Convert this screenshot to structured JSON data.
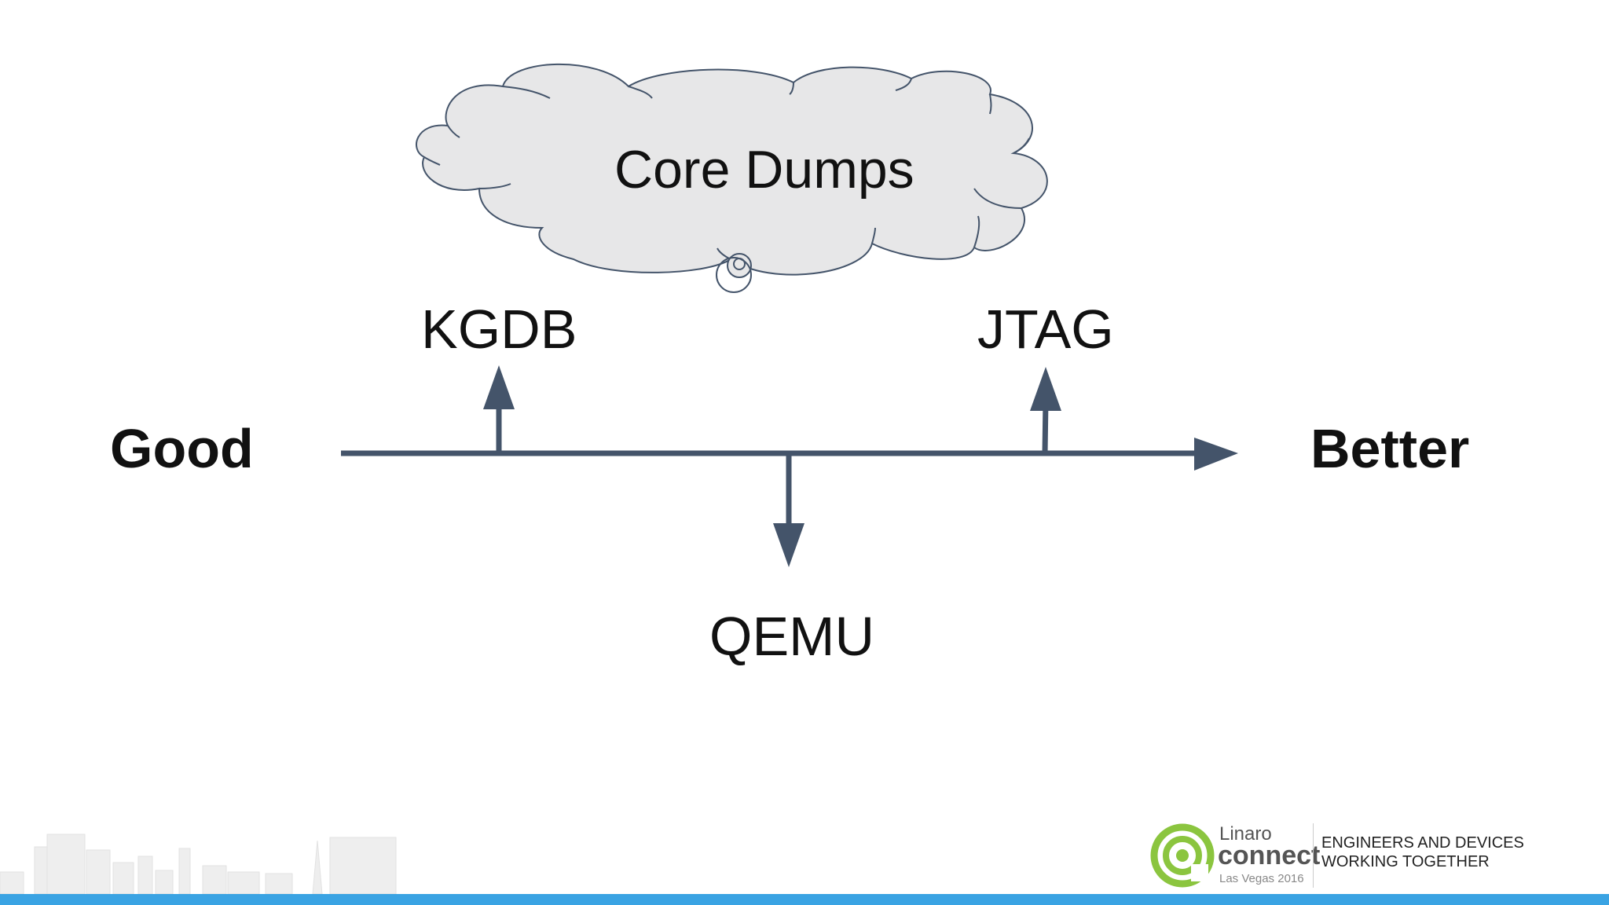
{
  "cloud": {
    "label": "Core Dumps"
  },
  "scale": {
    "left_label": "Good",
    "right_label": "Better"
  },
  "tools": {
    "kgdb": "KGDB",
    "jtag": "JTAG",
    "qemu": "QEMU"
  },
  "footer": {
    "brand": "Linaro",
    "product": "connect",
    "event": "Las Vegas 2016",
    "tagline_line1": "ENGINEERS AND DEVICES",
    "tagline_line2": "WORKING TOGETHER"
  },
  "colors": {
    "arrow": "#44546a",
    "cloud_fill": "#e7e7e8",
    "cloud_stroke": "#44546a",
    "footer_bar": "#3aa3e3",
    "logo_green": "#8bc53f"
  }
}
